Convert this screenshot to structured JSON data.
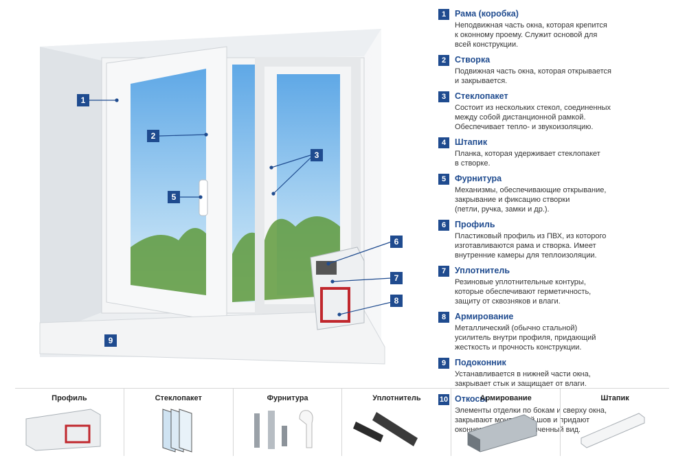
{
  "callouts": [
    "1",
    "2",
    "3",
    "5",
    "6",
    "7",
    "8",
    "9"
  ],
  "legend": [
    {
      "num": "1",
      "title": "Рама (коробка)",
      "lines": [
        "Неподвижная часть окна, которая крепится",
        "к оконному проему. Служит основой для",
        "всей конструкции."
      ]
    },
    {
      "num": "2",
      "title": "Створка",
      "lines": [
        "Подвижная часть окна, которая открывается",
        "и закрывается."
      ]
    },
    {
      "num": "3",
      "title": "Стеклопакет",
      "lines": [
        "Состоит из нескольких стекол, соединенных",
        "между собой дистанционной рамкой.",
        "Обеспечивает тепло- и звукоизоляцию."
      ]
    },
    {
      "num": "4",
      "title": "Штапик",
      "lines": [
        "Планка, которая удерживает стеклопакет",
        "в створке."
      ]
    },
    {
      "num": "5",
      "title": "Фурнитура",
      "lines": [
        "Механизмы, обеспечивающие открывание,",
        "закрывание и фиксацию створки",
        "(петли, ручка, замки и др.)."
      ]
    },
    {
      "num": "6",
      "title": "Профиль",
      "lines": [
        "Пластиковый профиль из ПВХ, из которого",
        "изготавливаются рама и створка. Имеет",
        "внутренние камеры для теплоизоляции."
      ]
    },
    {
      "num": "7",
      "title": "Уплотнитель",
      "lines": [
        "Резиновые уплотнительные контуры,",
        "которые обеспечивают герметичность,",
        "защиту от сквозняков и влаги."
      ]
    },
    {
      "num": "8",
      "title": "Армирование",
      "lines": [
        "Металлический (обычно стальной)",
        "усилитель внутри профиля, придающий",
        "жесткость и прочность конструкции."
      ]
    },
    {
      "num": "9",
      "title": "Подоконник",
      "lines": [
        "Устанавливается в нижней части окна,",
        "закрывает стык и защищает от влаги."
      ]
    },
    {
      "num": "10",
      "title": "Откосы",
      "lines": [
        "Элементы отделки по бокам и сверху окна,",
        "закрывают монтажный шов и придают",
        "оконному проему законченный вид."
      ]
    }
  ],
  "bottom_strip": [
    "Профиль",
    "Стеклопакет",
    "Фурнитура",
    "Уплотнитель",
    "Армирование",
    "Штапик"
  ],
  "colors": {
    "accent": "#1f4b8f",
    "sky": "#8fc4ec",
    "trees": "#5f9a3c"
  }
}
